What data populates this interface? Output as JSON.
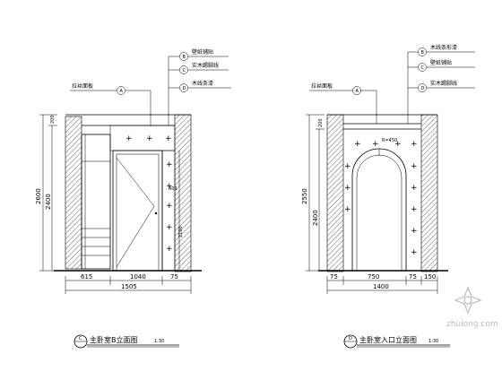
{
  "elevation_left": {
    "title": "主卧室B立面图",
    "scale": "1:30",
    "badge": "C",
    "dims_bottom": [
      "615",
      "1040",
      "75"
    ],
    "dim_total": "1505",
    "dim_height_total": "2600",
    "dim_height_mid": "2400",
    "dim_height_right": "2100",
    "dim_side_top": "200",
    "door_note": "A01",
    "callouts": [
      {
        "text": "拉丝面板",
        "code": "A"
      },
      {
        "text": "壁纸铺贴",
        "code": "B"
      },
      {
        "text": "实木踢脚线",
        "code": "C"
      },
      {
        "text": "木线条漆",
        "code": "D"
      }
    ]
  },
  "elevation_right": {
    "title": "主卧室入口立面图",
    "scale": "1:30",
    "badge": "D",
    "dims_bottom": [
      "75",
      "750",
      "75",
      "150"
    ],
    "dim_total": "1400",
    "dim_height_total": "2550",
    "dim_height_mid": "2400",
    "dim_side_top": "200",
    "arch_note": "R=450",
    "callouts": [
      {
        "text": "拉丝面板",
        "code": "A"
      },
      {
        "text": "木线条形漆",
        "code": "B"
      },
      {
        "text": "壁纸铺贴",
        "code": "C"
      },
      {
        "text": "实木踢脚线",
        "code": "D"
      }
    ]
  },
  "watermark": "zhulong.com"
}
